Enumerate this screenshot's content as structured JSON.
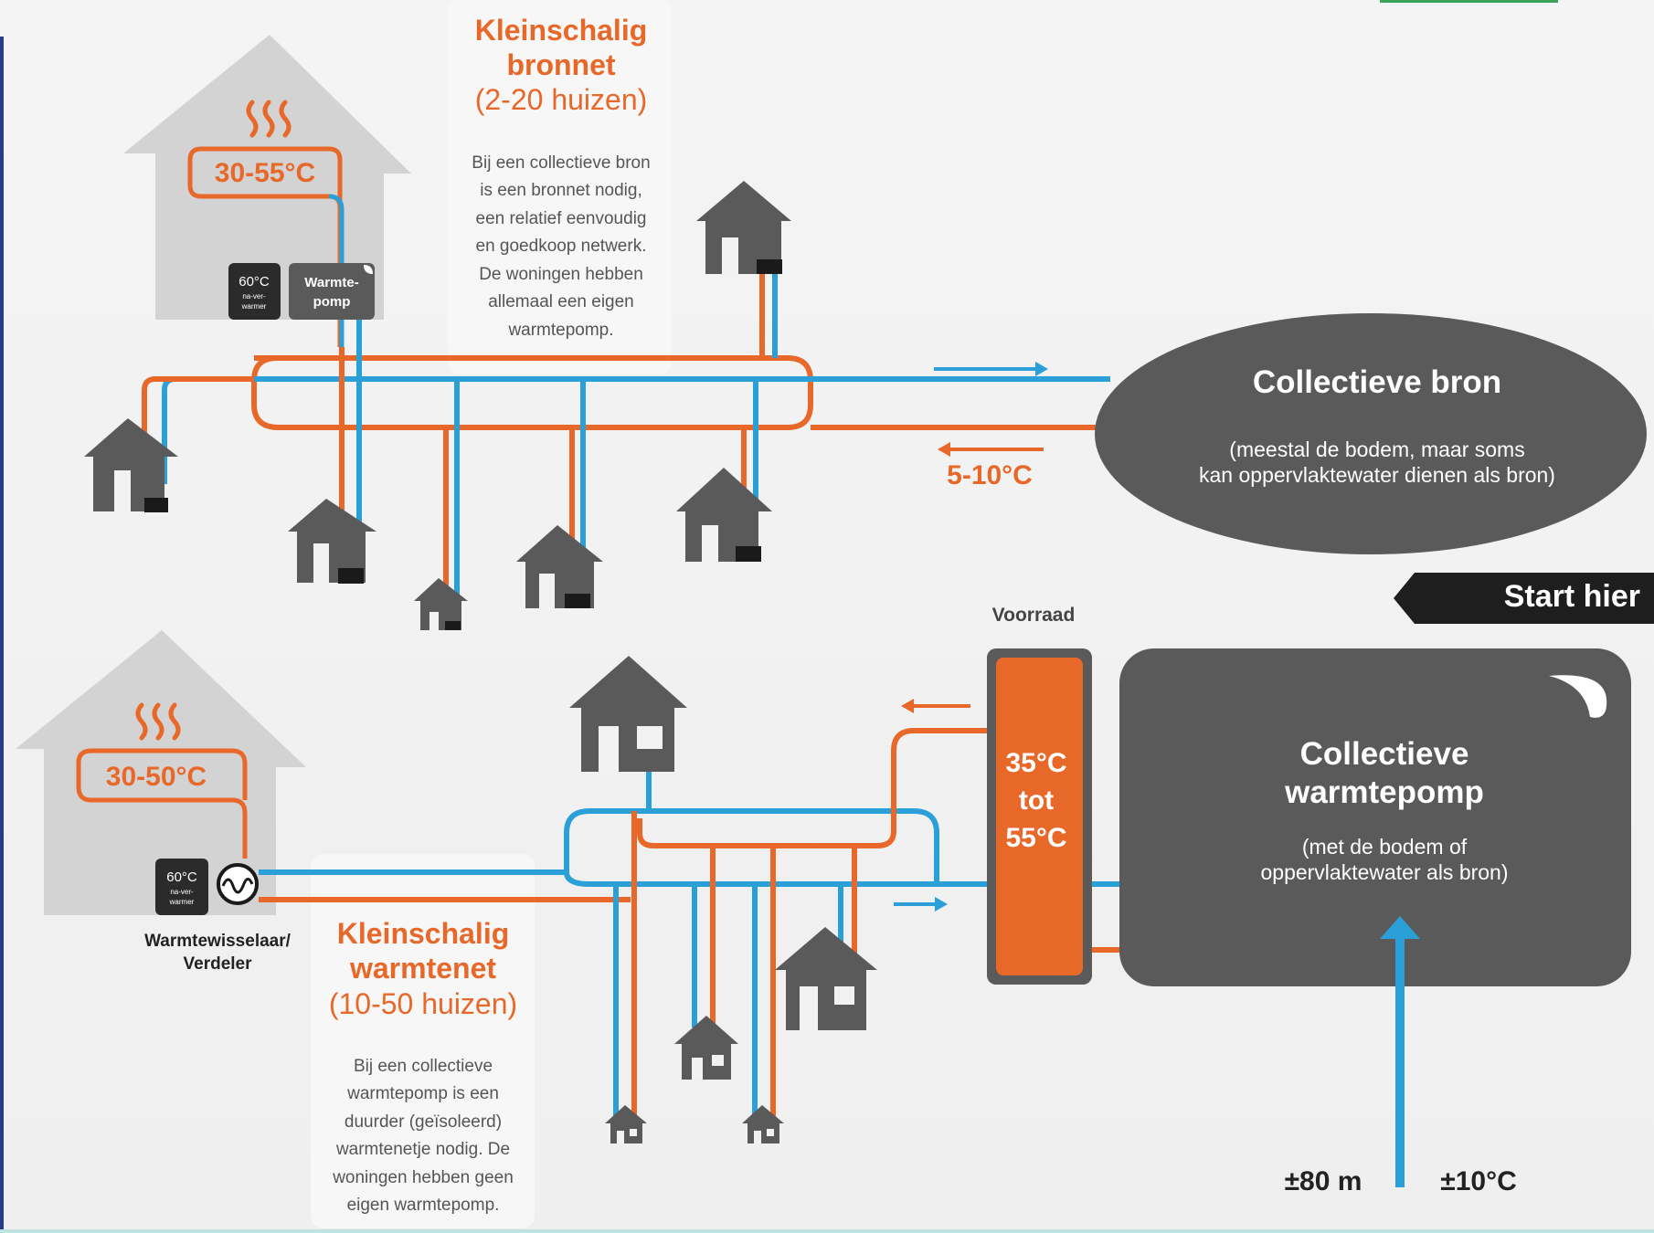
{
  "colors": {
    "orange": "#e8682a",
    "blue": "#2a9fd8",
    "dark_grey": "#5a5a5a",
    "light_grey": "#d3d3d3",
    "black": "#1a1a1a",
    "white": "#ffffff"
  },
  "top_section": {
    "title_line1": "Kleinschalig",
    "title_line2": "bronnet",
    "subtitle": "(2-20 huizen)",
    "description": [
      "Bij een collectieve bron",
      "is een bronnet nodig,",
      "een relatief eenvoudig",
      "en goedkoop netwerk.",
      "De woningen hebben",
      "allemaal een eigen",
      "warmtepomp."
    ],
    "house_temperature": "30-55°C",
    "naverwarmer_temp": "60°C",
    "naverwarmer_line1": "na-ver-",
    "naverwarmer_line2": "warmer",
    "heatpump_line1": "Warmte-",
    "heatpump_line2": "pomp",
    "return_temperature": "5-10°C",
    "source_title": "Collectieve bron",
    "source_desc_line1": "(meestal de bodem, maar soms",
    "source_desc_line2": "kan oppervlaktewater dienen als bron)"
  },
  "start_label": "Start hier",
  "bottom_section": {
    "title_line1": "Kleinschalig",
    "title_line2": "warmtenet",
    "subtitle": "(10-50 huizen)",
    "description": [
      "Bij een collectieve",
      "warmtepomp is een",
      "duurder (geïsoleerd)",
      "warmtenetje nodig. De",
      "woningen hebben geen",
      "eigen warmtepomp."
    ],
    "house_temperature": "30-50°C",
    "naverwarmer_temp": "60°C",
    "naverwarmer_line1": "na-ver-",
    "naverwarmer_line2": "warmer",
    "exchanger_line1": "Warmtewisselaar/",
    "exchanger_line2": "Verdeler",
    "storage_label": "Voorraad",
    "storage_temp_line1": "35°C",
    "storage_temp_line2": "tot",
    "storage_temp_line3": "55°C",
    "heatpump_title_line1": "Collectieve",
    "heatpump_title_line2": "warmtepomp",
    "heatpump_desc_line1": "(met de bodem of",
    "heatpump_desc_line2": "oppervlaktewater als bron)",
    "depth": "±80 m",
    "ground_temperature": "±10°C"
  }
}
